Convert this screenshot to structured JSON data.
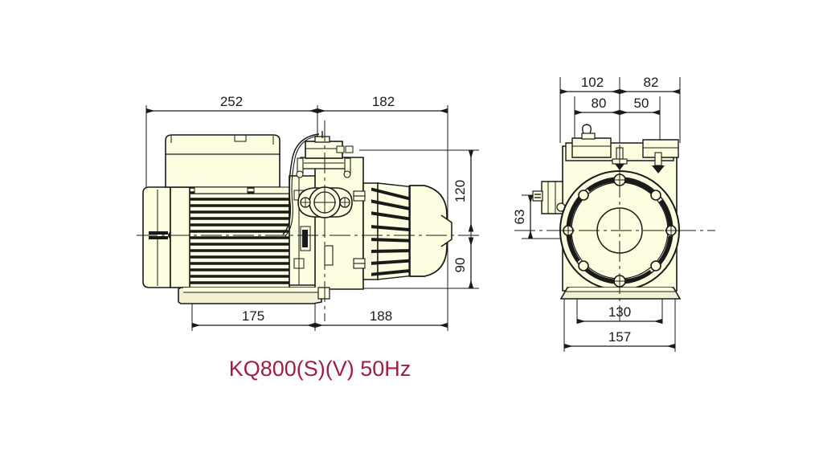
{
  "drawing": {
    "title": "KQ800(S)(V) 50Hz",
    "title_color": "#a31d42",
    "line_color": "#1a1a1a",
    "body_fill": "#fdfde0",
    "shade_fill": "#f2f0d2",
    "background": "#ffffff",
    "views": {
      "side": {
        "name": "side-elevation-view",
        "dimensions": {
          "top": [
            {
              "label": "252",
              "value": 252,
              "unit": "mm"
            },
            {
              "label": "182",
              "value": 182,
              "unit": "mm"
            }
          ],
          "bottom": [
            {
              "label": "175",
              "value": 175,
              "unit": "mm"
            },
            {
              "label": "188",
              "value": 188,
              "unit": "mm"
            }
          ],
          "right_vertical": [
            {
              "label": "120",
              "value": 120,
              "unit": "mm"
            },
            {
              "label": "90",
              "value": 90,
              "unit": "mm"
            }
          ]
        }
      },
      "end": {
        "name": "end-elevation-view",
        "dimensions": {
          "top_outer": [
            {
              "label": "102",
              "value": 102,
              "unit": "mm"
            },
            {
              "label": "82",
              "value": 82,
              "unit": "mm"
            }
          ],
          "top_inner": [
            {
              "label": "80",
              "value": 80,
              "unit": "mm"
            },
            {
              "label": "50",
              "value": 50,
              "unit": "mm"
            }
          ],
          "left_vertical": [
            {
              "label": "63",
              "value": 63,
              "unit": "mm"
            }
          ],
          "bottom": [
            {
              "label": "130",
              "value": 130,
              "unit": "mm"
            },
            {
              "label": "157",
              "value": 157,
              "unit": "mm"
            }
          ]
        }
      }
    }
  }
}
